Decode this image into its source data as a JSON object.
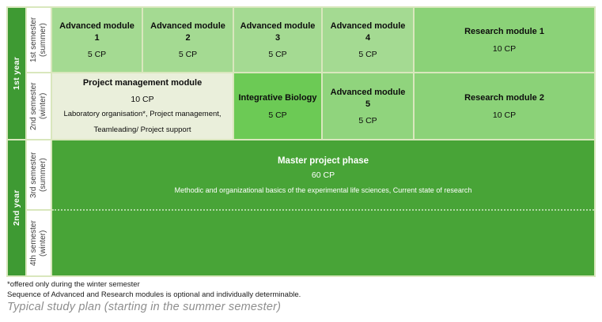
{
  "table": {
    "years": [
      {
        "label": "1st year"
      },
      {
        "label": "2nd year"
      }
    ],
    "semesters": [
      {
        "name": "1st semester",
        "season": "(summer)"
      },
      {
        "name": "2nd semester",
        "season": "(winter)"
      },
      {
        "name": "3rd semester",
        "season": "(summer)"
      },
      {
        "name": "4th semester",
        "season": "(winter)"
      }
    ],
    "cells": {
      "advanced1": {
        "title": "Advanced module 1",
        "cp": "5 CP"
      },
      "advanced2": {
        "title": "Advanced module 2",
        "cp": "5 CP"
      },
      "advanced3": {
        "title": "Advanced module 3",
        "cp": "5 CP"
      },
      "advanced4": {
        "title": "Advanced module 4",
        "cp": "5 CP"
      },
      "research1": {
        "title": "Research module 1",
        "cp": "10 CP"
      },
      "project_management": {
        "title": "Project management module",
        "cp": "10 CP",
        "details_line1": "Laboratory organisation*, Project management,",
        "details_line2": "Teamleading/ Project support"
      },
      "integrative_biology": {
        "title": "Integrative Biology",
        "cp": "5 CP"
      },
      "advanced5": {
        "title": "Advanced module 5",
        "cp": "5 CP"
      },
      "research2": {
        "title": "Research module 2",
        "cp": "10 CP"
      },
      "master_project": {
        "title": "Master project phase",
        "cp": "60 CP",
        "details": "Methodic and organizational basics of the experimental life sciences, Current state of research"
      }
    }
  },
  "footnotes": [
    "*offered only during the winter semester",
    "Sequence of Advanced and Research modules is optional and individually determinable."
  ],
  "caption": "Typical study plan (starting in the summer semester)",
  "colors": {
    "year_bar": "#3e9a33",
    "light_module": "#a4da92",
    "medium_module": "#8bd278",
    "advanced5_module": "#90d47d",
    "bright_module": "#6cca55",
    "pale_module": "#eaefdb",
    "master_block": "#48a437",
    "grid_line": "#d9e7bd"
  }
}
